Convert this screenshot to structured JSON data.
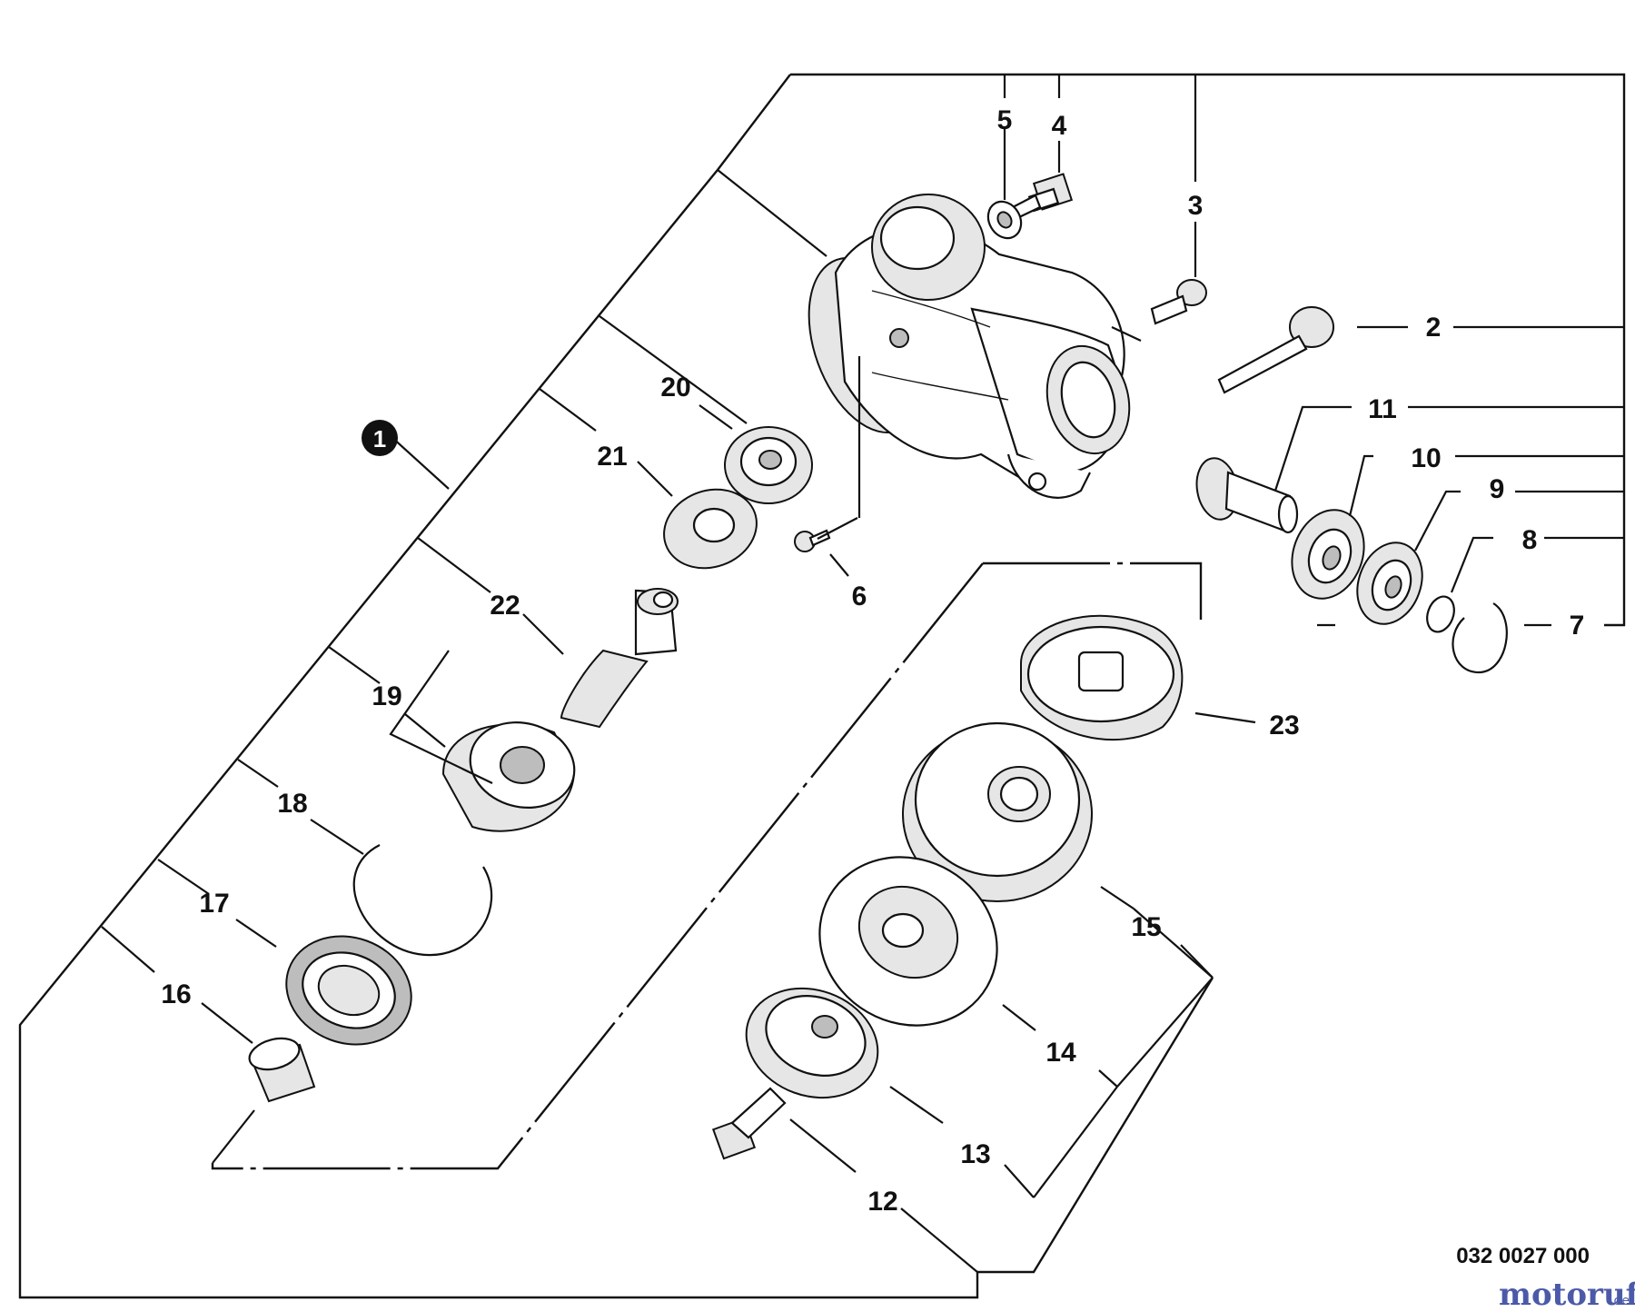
{
  "diagram": {
    "reference_number": "032 0027 000",
    "watermark": {
      "name": "motoruf",
      "tld": ".de"
    },
    "assembly_marker": "1",
    "callouts": [
      "2",
      "3",
      "4",
      "5",
      "6",
      "7",
      "8",
      "9",
      "10",
      "11",
      "12",
      "13",
      "14",
      "15",
      "16",
      "17",
      "18",
      "19",
      "20",
      "21",
      "22",
      "23"
    ]
  }
}
